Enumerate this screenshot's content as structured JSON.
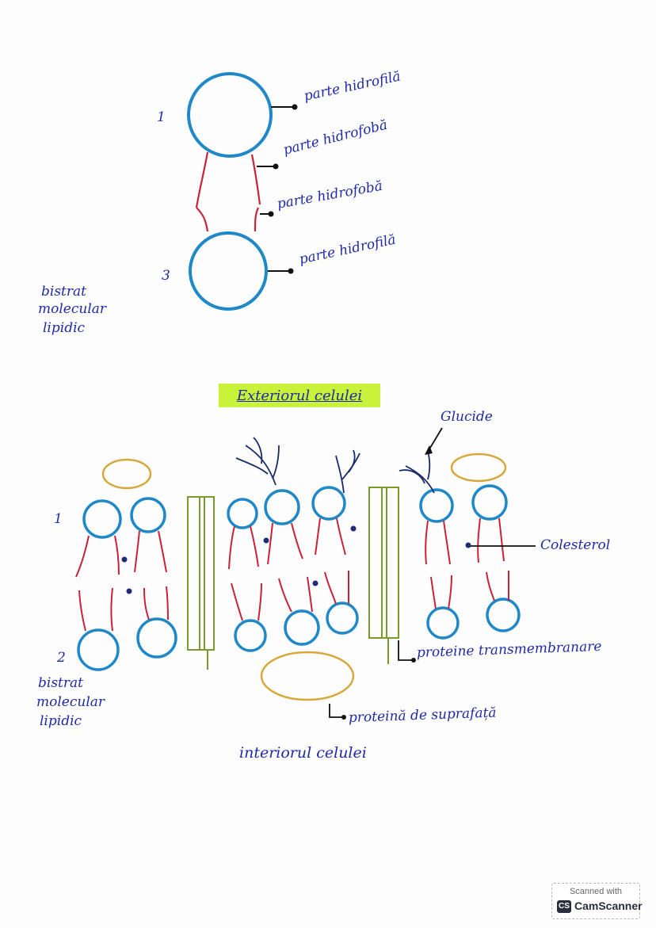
{
  "diagram1": {
    "label_top_number": "1",
    "label_bottom_number": "3",
    "annotations": [
      "parte hidrofilă",
      "parte hidrofobă",
      "parte hidrofobă",
      "parte hidrofilă"
    ],
    "side_label": [
      "bistrat",
      "molecular",
      "lipidic"
    ]
  },
  "diagram2": {
    "title": "Exteriorul celulei",
    "bottom_caption": "interiorul celulei",
    "label_top_number": "1",
    "label_bottom_number": "2",
    "side_label": [
      "bistrat",
      "molecular",
      "lipidic"
    ],
    "glucide": "Glucide",
    "colesterol": "Colesterol",
    "transmembrane": "proteine transmembranare",
    "surface": "proteină de suprafață"
  },
  "colors": {
    "head": "#1e88c8",
    "tail": "#c8233a",
    "protein": "#7a9a2a",
    "surface_protein": "#d8a93a",
    "ink": "#1f2aa8",
    "highlight": "#c9f23a"
  },
  "watermark": {
    "top": "Scanned with",
    "brand": "CamScanner",
    "logo": "CS"
  }
}
